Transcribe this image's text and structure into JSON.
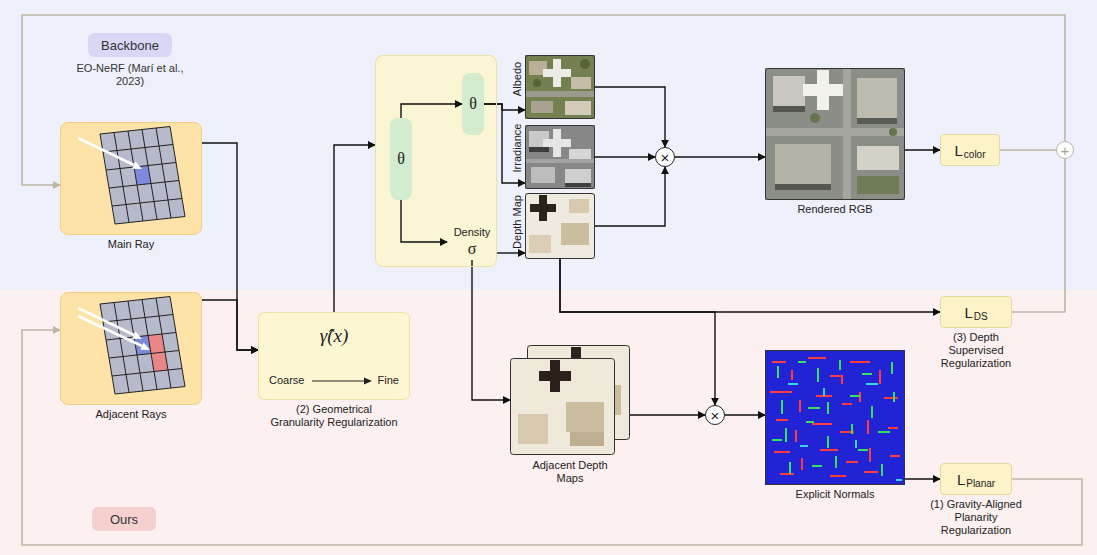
{
  "diagram": {
    "nodes": [
      {
        "text": [
          "Backbone"
        ]
      },
      {
        "text": [
          "Main Ray"
        ]
      },
      {
        "text": [
          "Adjacent Rays"
        ]
      },
      {
        "text": [
          "γ̂(x)",
          "Coarse",
          "Fine",
          "(2) Geometrical Granularity Regularization"
        ]
      },
      {
        "text": []
      },
      {
        "text": [
          "θ"
        ],
        "in": 4
      },
      {
        "text": [
          "θ"
        ],
        "in": 4
      },
      {
        "text": [
          "Density",
          "σ"
        ],
        "in": 4
      },
      {
        "text": [
          "Albedo"
        ]
      },
      {
        "text": [
          "Irradiance"
        ]
      },
      {
        "text": [
          "Depth Map"
        ]
      },
      {
        "text": [
          "×"
        ]
      },
      {
        "text": [
          "Rendered RGB"
        ]
      },
      {
        "text": [
          "L",
          "color"
        ]
      },
      {
        "text": [
          "+"
        ]
      },
      {
        "text": [
          "L",
          "DS",
          "(3) Depth Supervised Regularization"
        ]
      },
      {
        "text": [
          "Adjacent Depth Maps"
        ]
      },
      {
        "text": [
          "×"
        ]
      },
      {
        "text": [
          "Explicit Normals"
        ]
      },
      {
        "text": [
          "L",
          "Planar",
          "(1) Gravity-Aligned Planarity Regularization"
        ]
      },
      {
        "text": [
          "Ours"
        ]
      }
    ],
    "edges": [
      {
        "from": 1,
        "to": 3,
        "arrow": "to"
      },
      {
        "from": 2,
        "to": 3,
        "arrow": "to"
      },
      {
        "from": 3,
        "to": 4,
        "arrow": "to"
      },
      {
        "from": 5,
        "to": 6,
        "arrow": "to"
      },
      {
        "from": 5,
        "to": 7,
        "arrow": "to"
      },
      {
        "from": 6,
        "to": 8,
        "arrow": "to"
      },
      {
        "from": 6,
        "to": 9,
        "arrow": "to"
      },
      {
        "from": 7,
        "to": 10,
        "arrow": "to"
      },
      {
        "from": 7,
        "to": 16,
        "arrow": "to"
      },
      {
        "from": 8,
        "to": 11,
        "arrow": "to"
      },
      {
        "from": 9,
        "to": 11,
        "arrow": "to"
      },
      {
        "from": 10,
        "to": 11,
        "arrow": "to"
      },
      {
        "from": 11,
        "to": 12,
        "arrow": "to"
      },
      {
        "from": 12,
        "to": 13,
        "arrow": "to"
      },
      {
        "from": 13,
        "to": 14,
        "arrow": "none"
      },
      {
        "from": 10,
        "to": 15,
        "arrow": "to"
      },
      {
        "from": 10,
        "to": 17,
        "arrow": "to"
      },
      {
        "from": 15,
        "to": 14,
        "arrow": "none"
      },
      {
        "from": 16,
        "to": 17,
        "arrow": "to"
      },
      {
        "from": 17,
        "to": 18,
        "arrow": "to"
      },
      {
        "from": 18,
        "to": 19,
        "arrow": "to"
      },
      {
        "from": 14,
        "to": 1,
        "arrow": "to"
      },
      {
        "from": 19,
        "to": 2,
        "arrow": "to"
      }
    ],
    "labels": [
      "EO-NeRF (Marí et al., 2023)"
    ]
  }
}
